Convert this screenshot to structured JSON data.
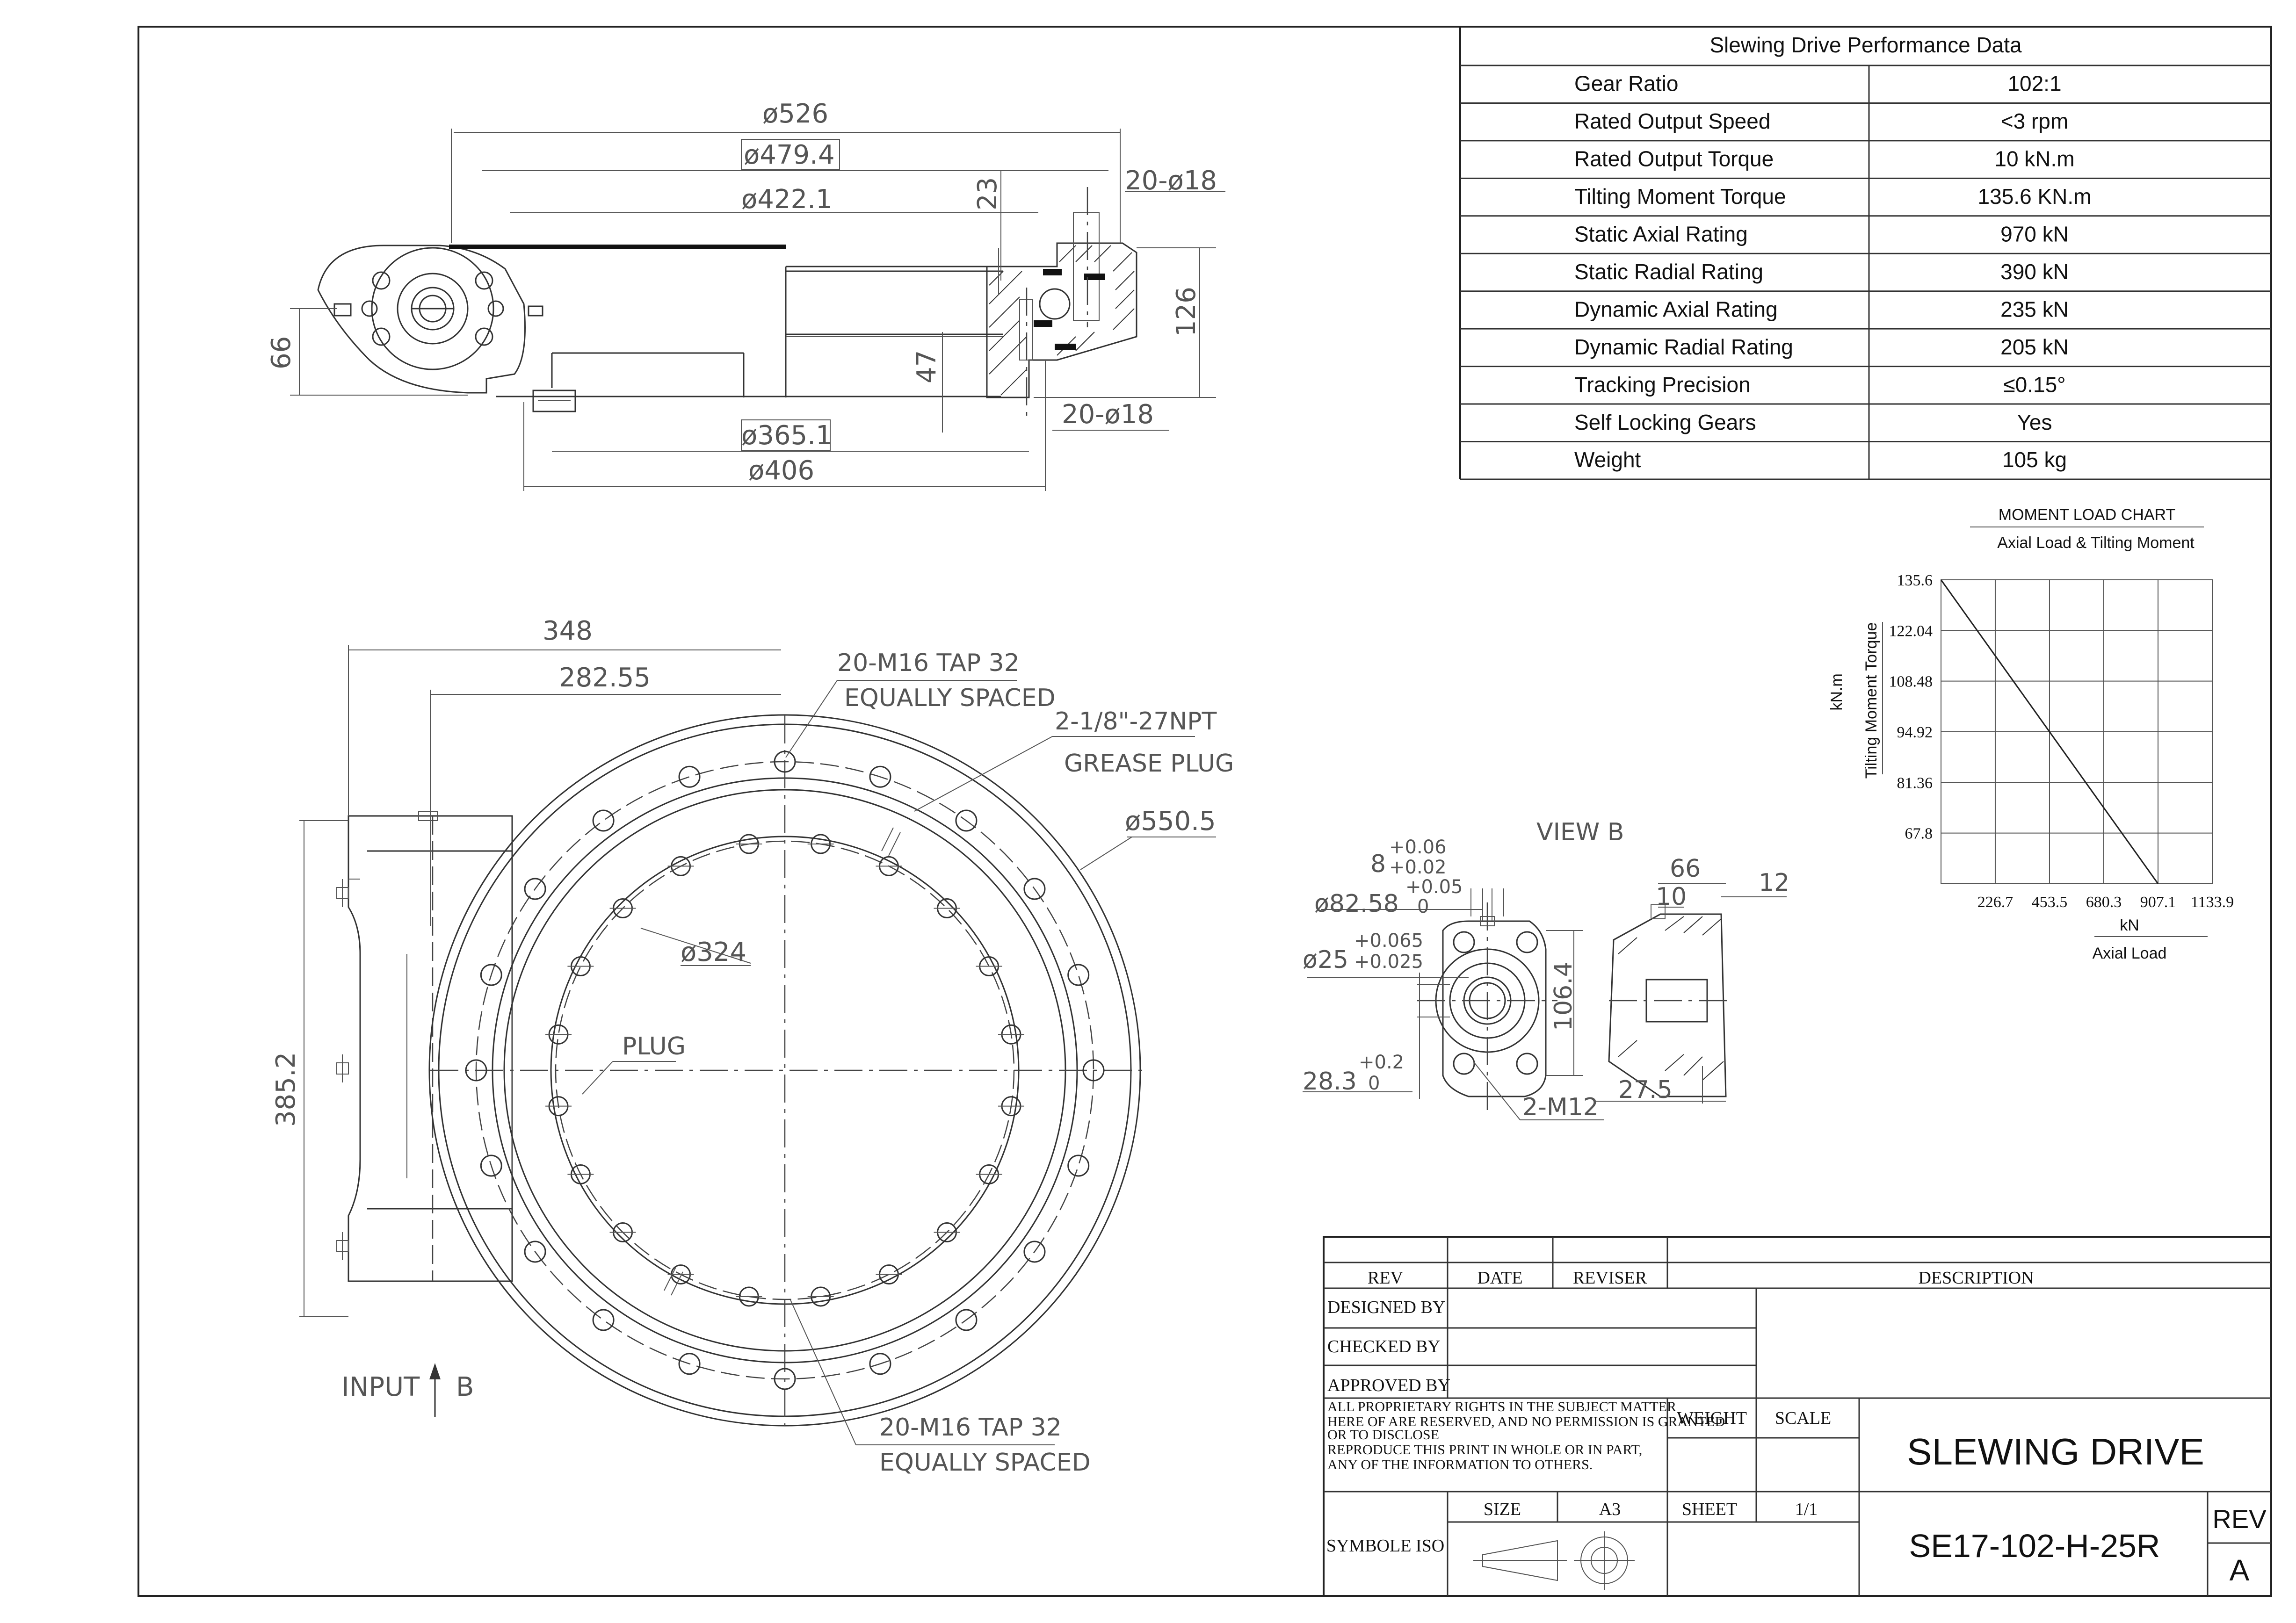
{
  "performance_table": {
    "title": "Slewing Drive Performance Data",
    "rows": [
      {
        "label": "Gear Ratio",
        "value": "102:1"
      },
      {
        "label": "Rated Output Speed",
        "value": "<3 rpm"
      },
      {
        "label": "Rated Output Torque",
        "value": "10 kN.m"
      },
      {
        "label": "Tilting Moment Torque",
        "value": "135.6 KN.m"
      },
      {
        "label": "Static Axial Rating",
        "value": "970 kN"
      },
      {
        "label": "Static Radial Rating",
        "value": "390 kN"
      },
      {
        "label": "Dynamic Axial  Rating",
        "value": "235 kN"
      },
      {
        "label": "Dynamic  Radial  Rating",
        "value": "205 kN"
      },
      {
        "label": "Tracking     Precision",
        "value": "≤0.15°"
      },
      {
        "label": "Self Locking Gears",
        "value": "Yes"
      },
      {
        "label": "Weight",
        "value": "105 kg"
      }
    ]
  },
  "moment_chart": {
    "title": "MOMENT LOAD CHART",
    "subtitle": "Axial Load & Tilting Moment",
    "y_unit": "kN.m",
    "y_label": "Tilting Moment Torque",
    "x_unit": "kN",
    "x_label": "Axial Load",
    "y_ticks": [
      "135.6",
      "122.04",
      "108.48",
      "94.92",
      "81.36",
      "67.8"
    ],
    "x_ticks": [
      "226.7",
      "453.5",
      "680.3",
      "907.1",
      "1133.9"
    ]
  },
  "chart_data": {
    "type": "line",
    "title": "MOMENT LOAD CHART",
    "subtitle": "Axial Load & Tilting Moment",
    "xlabel": "Axial Load",
    "ylabel": "Tilting Moment Torque",
    "x_unit": "kN",
    "y_unit": "kN.m",
    "xlim": [
      0,
      1133.9
    ],
    "ylim": [
      54.24,
      135.6
    ],
    "grid": true,
    "x": [
      0,
      907.1
    ],
    "y": [
      135.6,
      54.24
    ]
  },
  "top_view": {
    "dims": [
      "ø526",
      "ø479.4",
      "ø422.1",
      "23",
      "20-ø18",
      "126",
      "66",
      "47",
      "20-ø18",
      "ø365.1",
      "ø406"
    ]
  },
  "front_view": {
    "dims": [
      "348",
      "282.55",
      "385.2",
      "ø324",
      "ø550.5"
    ],
    "callouts": [
      "20-M16 TAP 32",
      "EQUALLY SPACED",
      "2-1/8\"-27NPT",
      "GREASE PLUG",
      "PLUG",
      "20-M16 TAP 32",
      "EQUALLY SPACED"
    ],
    "input_label": "INPUT",
    "view_marker": "B"
  },
  "view_b": {
    "title": "VIEW B",
    "dims": [
      "8",
      "+0.06",
      "+0.02",
      "ø82.58",
      "+0.05",
      "0",
      "ø25",
      "+0.065",
      "+0.025",
      "28.3",
      "+0.2",
      "0",
      "106.4",
      "2-M12",
      "66",
      "10",
      "12",
      "27.5"
    ]
  },
  "title_block": {
    "headers": {
      "rev": "REV",
      "date": "DATE",
      "reviser": "REVISER",
      "description": "DESCRIPTION"
    },
    "designed_by": "DESIGNED BY",
    "checked_by": "CHECKED BY",
    "approved_by": "APPROVED BY",
    "notice_lines": [
      "ALL PROPRIETARY RIGHTS IN THE SUBJECT MATTER",
      "HERE OF ARE RESERVED, AND NO PERMISSION IS GRANTED",
      "OR TO DISCLOSE",
      "REPRODUCE THIS PRINT IN WHOLE OR IN PART,",
      "ANY OF THE INFORMATION TO OTHERS."
    ],
    "weight_label": "WEIGHT",
    "scale_label": "SCALE",
    "drawing_title": "SLEWING DRIVE",
    "size_label": "SIZE",
    "size_value": "A3",
    "sheet_label": "SHEET",
    "sheet_value": "1/1",
    "symbol_label": "SYMBOLE ISO",
    "part_number": "SE17-102-H-25R",
    "rev_label": "REV",
    "rev_value": "A"
  }
}
